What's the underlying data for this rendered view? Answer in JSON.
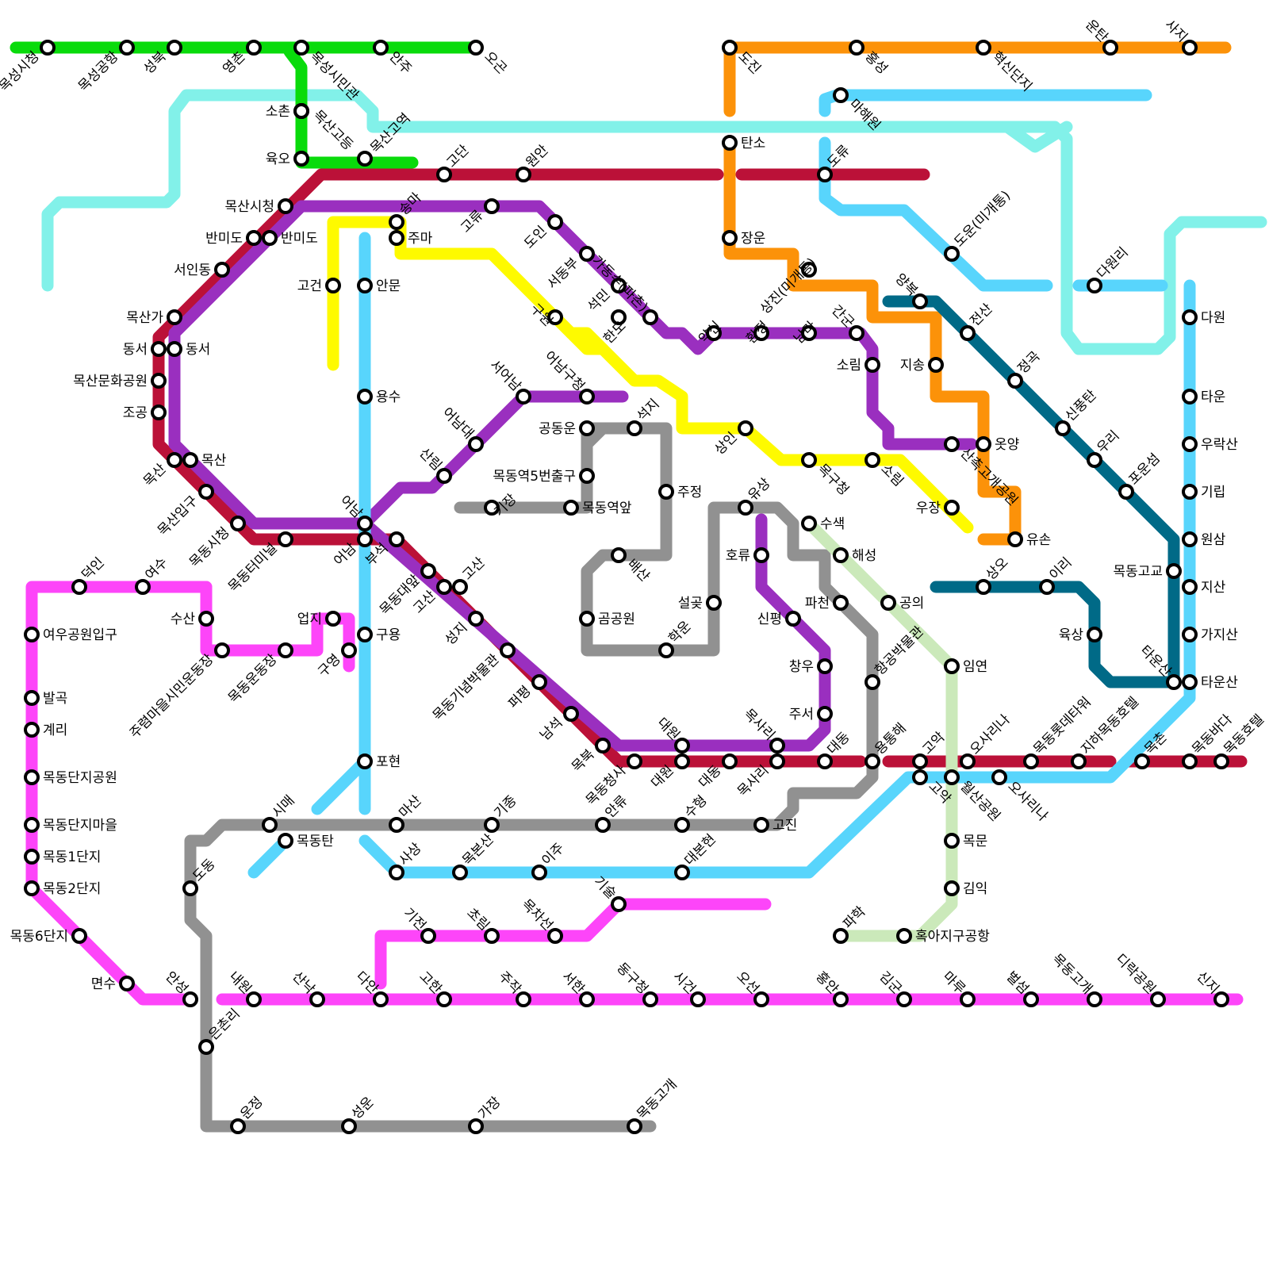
{
  "colors": {
    "green": "#09db0b",
    "mint": "#82f1e9",
    "crimson": "#bb1138",
    "purple": "#9a2fbf",
    "yellow": "#fefa00",
    "sky": "#58d5fc",
    "orange": "#fc9209",
    "teal": "#006a87",
    "gray": "#919191",
    "magenta": "#fd45f9",
    "lightgreen": "#cbe9ba"
  },
  "station_labels": {
    "a1": "목성시청",
    "a2": "목성공항",
    "a3": "성북",
    "a4": "영촌",
    "a5": "목성시민관",
    "a6": "안주",
    "a7": "오곤",
    "b1": "소촌",
    "b2": "목산고등",
    "b3": "육오",
    "b4": "목산고역",
    "c1": "고단",
    "c2": "원안",
    "c3": "목산시청",
    "c4": "반미도",
    "c5": "반미도",
    "c6": "서인동",
    "c7": "목산가",
    "c8": "동서",
    "c9": "동서",
    "c10": "목산문화공원",
    "c11": "조공",
    "c12": "목산",
    "c13": "목산",
    "d1": "목산입구",
    "d2": "목동시청",
    "d3": "목동터미널",
    "d4": "어남",
    "d5": "어남",
    "d6": "부석",
    "e1": "송마",
    "e2": "주마",
    "e3": "고건",
    "e4": "안문",
    "e5": "용수",
    "e6": "고류",
    "e7": "도인",
    "e8": "서동부",
    "e9": "석민",
    "e10": "구원",
    "e11": "어남구청",
    "e12": "서어남",
    "e13": "어남대",
    "e14": "산림",
    "e15": "가동수(파촌)",
    "e16": "한도",
    "e17": "약신",
    "e18": "환정",
    "e19": "남마",
    "e20": "간군",
    "e21": "소림",
    "e22": "상인",
    "e23": "목구청",
    "e24": "소림",
    "e25": "우장",
    "f1": "공동운",
    "f2": "석지",
    "f3": "목동역5번출구",
    "f4": "기장",
    "f5": "목동역앞",
    "f6": "주정",
    "f7": "배산",
    "f8": "곰공원",
    "f9": "학운",
    "f10": "설곶",
    "f11": "유상",
    "f12": "호류",
    "f13": "신평",
    "f14": "파천",
    "f15": "창우",
    "f16": "주서",
    "g1": "도진",
    "g2": "홍성",
    "g3": "혁신단지",
    "g4": "운탄",
    "g5": "사지",
    "g6": "탄소",
    "g7": "장운",
    "g8": "상진(미개통)",
    "g9": "지송",
    "g10": "옷양",
    "g11": "산촉고개공원",
    "g12": "유손",
    "h1": "마해원",
    "h2": "도류",
    "h3": "도운(미개통)",
    "h4": "다원리",
    "h5": "다원",
    "h6": "타운",
    "h7": "우락산",
    "h8": "기립",
    "h9": "원삼",
    "h10": "지산",
    "h11": "가지산",
    "h12": "타운산",
    "i1": "양복",
    "i2": "전산",
    "i3": "정곡",
    "i4": "신풍탄",
    "i5": "우리",
    "i6": "포운섬",
    "i7": "상오",
    "i8": "이리",
    "i9": "목동고교",
    "i10": "육상",
    "i11": "타운산",
    "j1": "수색",
    "j2": "해성",
    "j3": "공의",
    "j4": "항공박물관",
    "j5": "임연",
    "k1": "고산",
    "k2": "목동대앞",
    "k3": "고산",
    "k4": "성지",
    "k5": "목동기념박물관",
    "k6": "퍼평",
    "k7": "남석",
    "k8": "목북",
    "k9": "목동청사",
    "k10": "대원",
    "k11": "대원",
    "k12": "대동",
    "k13": "목사리",
    "k14": "목사리",
    "k15": "대동",
    "k16": "용통해",
    "k17": "고악",
    "k18": "고악",
    "k19": "오사리나",
    "k20": "오사리나",
    "k21": "목동롯데타워",
    "k22": "지하목동호텔",
    "k23": "목촌",
    "k24": "목동바다",
    "k25": "목동호텔",
    "l1": "월산공원",
    "l2": "목문",
    "l3": "김익",
    "l4": "파학",
    "l5": "혹아지구공항",
    "m1": "덕인",
    "m2": "여수",
    "m3": "여우공원입구",
    "m4": "수산",
    "m5": "주렴마을시민운동장",
    "m6": "목동운동장",
    "m7": "업지",
    "m8": "구영",
    "m9": "발곡",
    "m10": "계리",
    "m11": "목동단지공원",
    "m12": "목동단지마을",
    "m13": "목동1단지",
    "m14": "목동2단지",
    "m15": "목동6단지",
    "m16": "면수",
    "m17": "안성",
    "n1": "구용",
    "n2": "포현",
    "o1": "시매",
    "o2": "목동탄",
    "o3": "도동",
    "o4": "마산",
    "o5": "기종",
    "o6": "안류",
    "o7": "수형",
    "o8": "고진",
    "o9": "은촌리",
    "o10": "운정",
    "o11": "성운",
    "o12": "가장",
    "o13": "목동고개",
    "p1": "사상",
    "p2": "목본산",
    "p3": "이주",
    "p4": "대본현",
    "q1": "기술",
    "q2": "기전",
    "q3": "초림",
    "q4": "목차선",
    "r1": "내원",
    "r2": "산낙",
    "r3": "다안",
    "r4": "고한",
    "r5": "주작",
    "r6": "서한",
    "r7": "동구청",
    "r8": "시건",
    "r9": "오선",
    "r10": "홍안",
    "r11": "김군",
    "r12": "마루",
    "r13": "벌섬",
    "r14": "목동고개",
    "r15": "디락공원",
    "r16": "신지"
  }
}
